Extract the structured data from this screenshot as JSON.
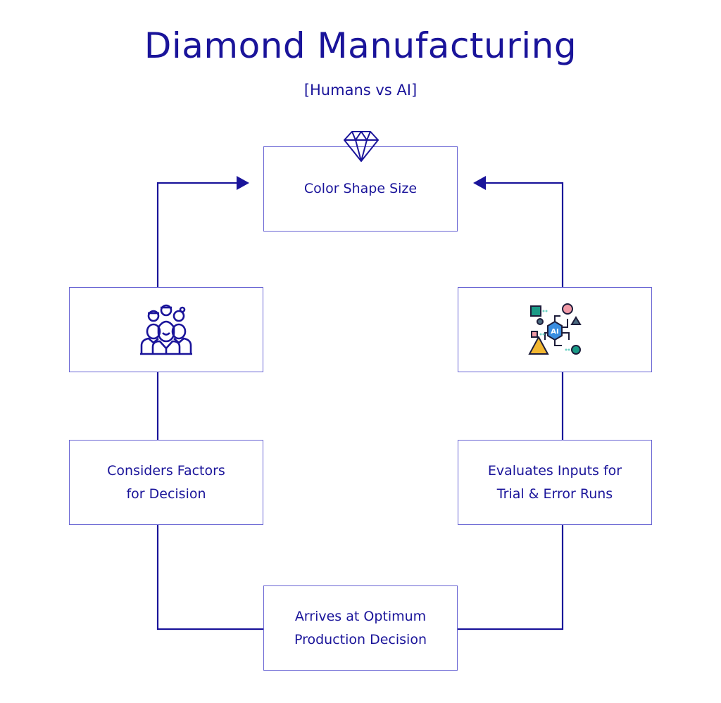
{
  "header": {
    "title": "Diamond Manufacturing",
    "subtitle": "[Humans vs AI]"
  },
  "nodes": {
    "top": {
      "label": "Color Shape Size",
      "icon": "diamond-icon"
    },
    "left_icon": {
      "icon": "people-group-icon"
    },
    "right_icon": {
      "icon": "ai-chip-icon"
    },
    "left_text": {
      "label_line1": "Considers Factors",
      "label_line2": "for Decision"
    },
    "right_text": {
      "label_line1": "Evaluates Inputs for",
      "label_line2": "Trial & Error Runs"
    },
    "bottom": {
      "label_line1": "Arrives at Optimum",
      "label_line2": "Production Decision"
    }
  },
  "colors": {
    "primary": "#1a149a",
    "box_border": "#6a66d4",
    "ai_teal": "#1a9a86",
    "ai_pink": "#f19aa6",
    "ai_blue": "#3a8ee0",
    "ai_yellow": "#f2b731"
  }
}
